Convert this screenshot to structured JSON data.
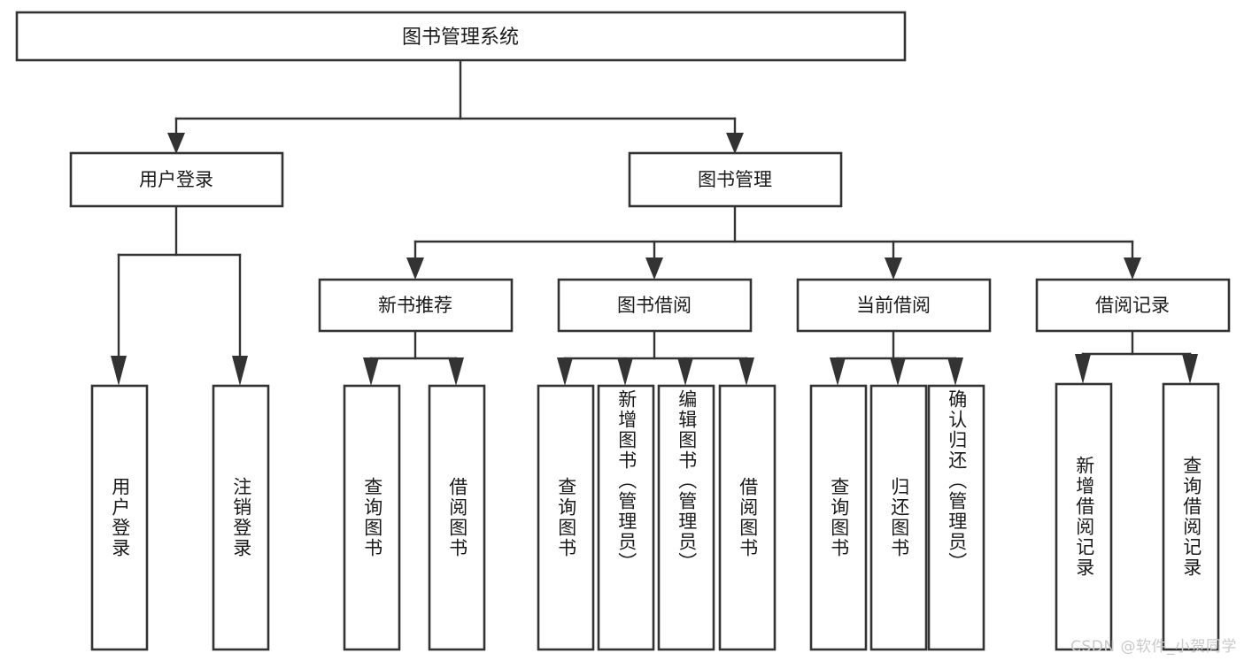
{
  "diagram": {
    "type": "tree-hierarchy-chart",
    "title": "图书管理系统",
    "watermark": "CSDN @软件_小贺同学",
    "colors": {
      "background": "#ffffff",
      "box_fill": "#ffffff",
      "box_stroke": "#333333",
      "text": "#1a1a1a",
      "watermark": "#c9c9c9"
    },
    "levels": {
      "root": {
        "label": "图书管理系统"
      },
      "level2": [
        {
          "id": "user-login",
          "label": "用户登录"
        },
        {
          "id": "book-management",
          "label": "图书管理"
        }
      ],
      "level3": [
        {
          "id": "new-book-recommend",
          "label": "新书推荐",
          "parent": "book-management"
        },
        {
          "id": "book-borrow",
          "label": "图书借阅",
          "parent": "book-management"
        },
        {
          "id": "current-borrow",
          "label": "当前借阅",
          "parent": "book-management"
        },
        {
          "id": "borrow-record",
          "label": "借阅记录",
          "parent": "book-management"
        }
      ],
      "leaves": [
        {
          "id": "leaf-user-login",
          "label": "用户登录",
          "parent": "user-login"
        },
        {
          "id": "leaf-logout-login",
          "label": "注销登录",
          "parent": "user-login"
        },
        {
          "id": "leaf-query-book-1",
          "label": "查询图书",
          "parent": "new-book-recommend"
        },
        {
          "id": "leaf-borrow-book-1",
          "label": "借阅图书",
          "parent": "new-book-recommend"
        },
        {
          "id": "leaf-query-book-2",
          "label": "查询图书",
          "parent": "book-borrow"
        },
        {
          "id": "leaf-add-book",
          "label": "新增图书（管理员）",
          "parent": "book-borrow"
        },
        {
          "id": "leaf-edit-book",
          "label": "编辑图书（管理员）",
          "parent": "book-borrow"
        },
        {
          "id": "leaf-borrow-book-2",
          "label": "借阅图书",
          "parent": "book-borrow"
        },
        {
          "id": "leaf-query-book-3",
          "label": "查询图书",
          "parent": "current-borrow"
        },
        {
          "id": "leaf-return-book",
          "label": "归还图书",
          "parent": "current-borrow"
        },
        {
          "id": "leaf-confirm-return",
          "label": "确认归还（管理员）",
          "parent": "current-borrow"
        },
        {
          "id": "leaf-add-record",
          "label": "新增借阅记录",
          "parent": "borrow-record"
        },
        {
          "id": "leaf-query-record",
          "label": "查询借阅记录",
          "parent": "borrow-record"
        }
      ]
    }
  }
}
